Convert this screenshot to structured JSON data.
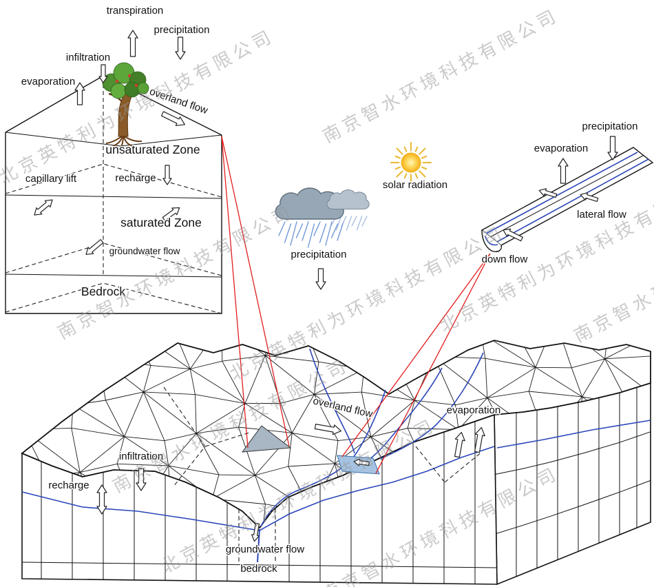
{
  "watermarks": {
    "beijing": "北京英特利为环境科技有限公司",
    "nanjing": "南京智水环境科技有限公司"
  },
  "soil_column": {
    "transpiration": "transpiration",
    "precipitation": "precipitation",
    "infiltration": "infiltration",
    "evaporation": "evaporation",
    "overland_flow": "overland flow",
    "unsaturated_zone": "unsaturated Zone",
    "capillary_lift": "capillary lift",
    "recharge": "recharge",
    "saturated_zone": "saturated Zone",
    "groundwater_flow": "groundwater flow",
    "bedrock": "Bedrock"
  },
  "atmosphere": {
    "precipitation": "precipitation",
    "solar_radiation": "solar radiation"
  },
  "channel_reach": {
    "precipitation": "precipitation",
    "evaporation": "evaporation",
    "lateral_flow": "lateral flow",
    "down_flow": "down flow"
  },
  "terrain": {
    "overland_flow": "overland flow",
    "evaporation": "evaporation",
    "infiltration": "infiltration",
    "recharge": "recharge",
    "groundwater_flow": "groundwater flow",
    "bedrock": "bedrock"
  }
}
